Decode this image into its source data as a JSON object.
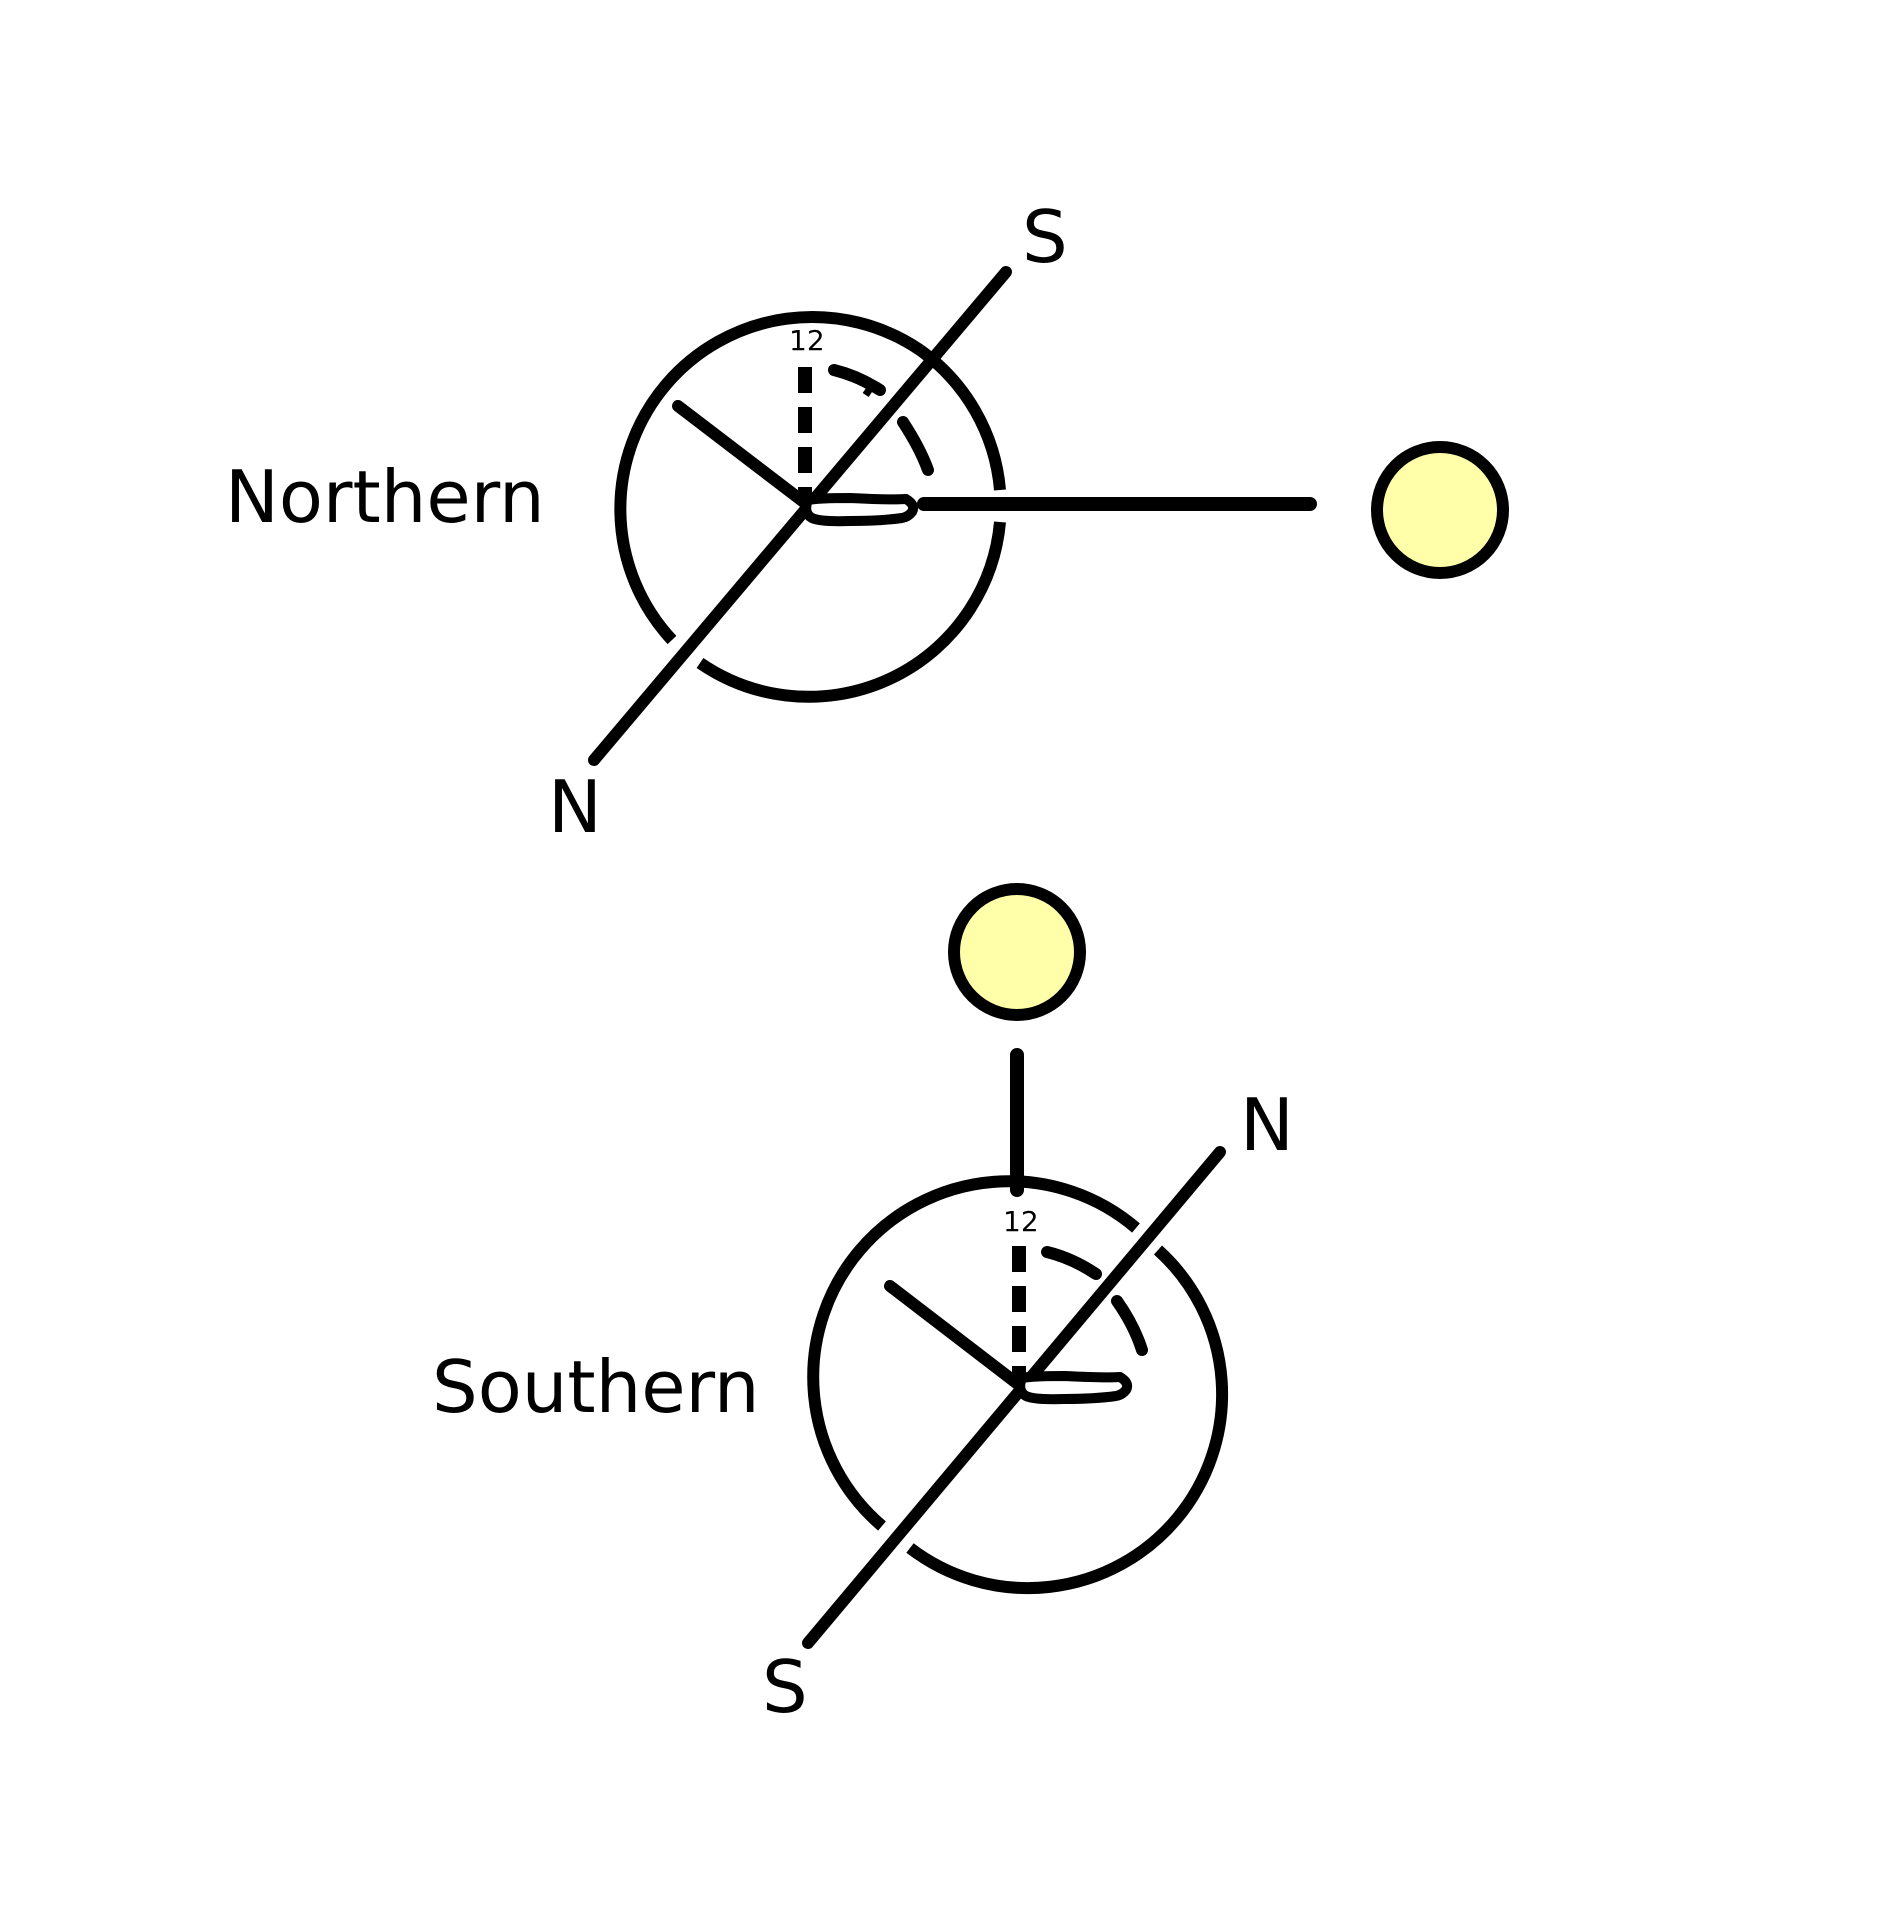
{
  "northern": {
    "label": "Northern",
    "axis_top_label": "S",
    "axis_bottom_label": "N",
    "dial_label": "12"
  },
  "southern": {
    "label": "Southern",
    "axis_top_label": "N",
    "axis_bottom_label": "S",
    "dial_label": "12"
  },
  "colors": {
    "stroke": "#000000",
    "sun_fill": "#ffffaa",
    "background": "#ffffff"
  }
}
